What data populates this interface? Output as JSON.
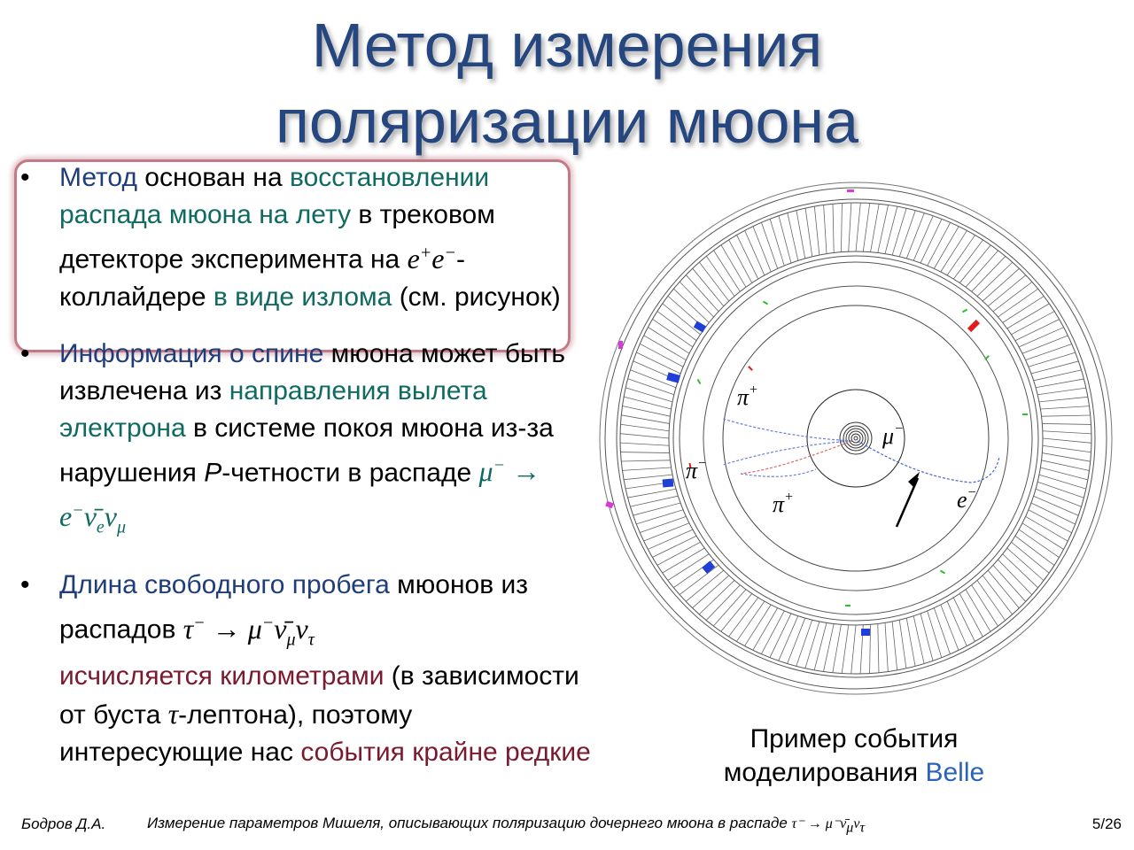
{
  "title": {
    "line1": "Метод измерения",
    "line2": "поляризации мюона"
  },
  "bullets": {
    "b1": {
      "p1": "Метод",
      "p2": " основан на ",
      "p3": "восстановлении распада мюона на лету",
      "p4": " в трековом детекторе эксперимента на ",
      "m1_base1": "e",
      "m1_sup1": "+",
      "m1_base2": "e",
      "m1_sup2": "−",
      "p5": "-коллайдере ",
      "p6": "в виде излома",
      "p7": " (см. рисунок)"
    },
    "b2": {
      "p1": "Информация о спине",
      "p2": " мюона может быть извлечена из ",
      "p3": "направления вылета электрона",
      "p4": " в системе покоя мюона из-за нарушения ",
      "p5": "P",
      "p6": "-четности в распаде ",
      "m_mu": "μ",
      "m_mu_sup": "−",
      "m_arrow": " → ",
      "m_e": "e",
      "m_e_sup": "−",
      "m_nubar": "ν̄",
      "m_nubar_sub": "e",
      "m_nu": "ν",
      "m_nu_sub": "μ"
    },
    "b3": {
      "p1": "Длина свободного пробега",
      "p2": " мюонов из распадов ",
      "m_tau": "τ",
      "m_tau_sup": "−",
      "m_arrow": " → ",
      "m_mu": "μ",
      "m_mu_sup": "−",
      "m_nubar": "ν̄",
      "m_nubar_sub": "μ",
      "m_nu": "ν",
      "m_nu_sub": "τ",
      "p3": "исчисляется километрами",
      "p4": " (в зависимости от буста ",
      "m_tau2": "τ",
      "p5": "-лептона), поэтому интересующие нас ",
      "p6": "события крайне редкие"
    }
  },
  "figure": {
    "labels": {
      "pi_plus_top": "π",
      "pi_plus_top_sup": "+",
      "pi_minus": "π",
      "pi_minus_sup": "−",
      "pi_plus_bottom": "π",
      "pi_plus_bottom_sup": "+",
      "mu_minus": "μ",
      "mu_minus_sup": "−",
      "e_minus": "e",
      "e_minus_sup": "−"
    }
  },
  "caption": {
    "line1": "Пример события",
    "line2a": "моделирования ",
    "line2b": "Belle"
  },
  "footer": {
    "author": "Бодров Д.А.",
    "talk_text": "Измерение параметров Мишеля, описывающих поляризацию дочернего мюона в распаде ",
    "talk_formula": "τ⁻ → μ⁻ν̄",
    "talk_sub1": "μ",
    "talk_nu": "ν",
    "talk_sub2": "τ",
    "page": "5/26"
  },
  "colors": {
    "title": "#25467f",
    "navy": "#1f3d7a",
    "teal": "#0f6a61",
    "maroon": "#7a1a2e",
    "box_border": "#c27a86",
    "belle_blue": "#2b63b8"
  }
}
